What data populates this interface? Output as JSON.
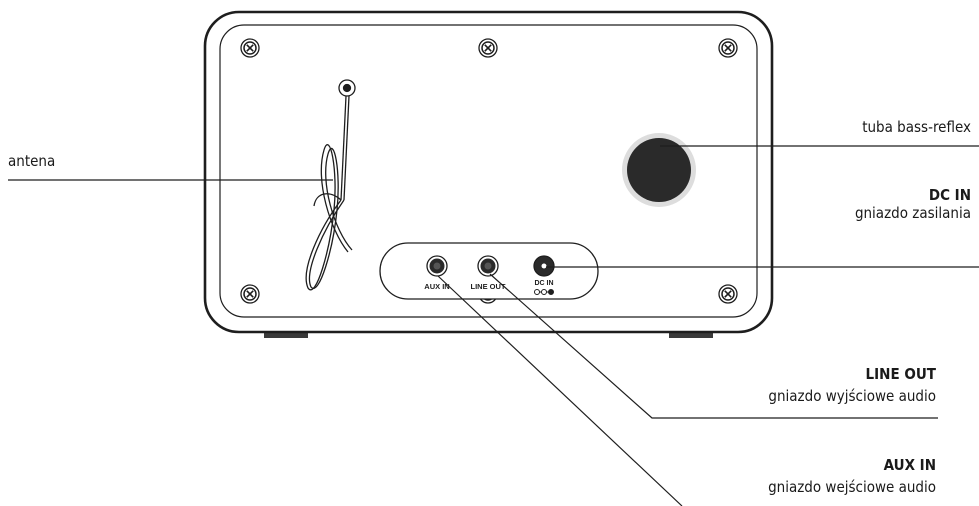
{
  "panel_labels": {
    "aux": "AUX IN",
    "line": "LINE OUT",
    "dc": "DC IN"
  },
  "callouts": {
    "antenna": {
      "text": "antena"
    },
    "bass": {
      "text": "tuba bass-reflex"
    },
    "dc": {
      "title": "DC IN",
      "desc": "gniazdo zasilania"
    },
    "line_out": {
      "title": "LINE OUT",
      "desc": "gniazdo wyjściowe audio"
    },
    "aux_in": {
      "title": "AUX IN",
      "desc": "gniazdo wejściowe audio"
    }
  }
}
